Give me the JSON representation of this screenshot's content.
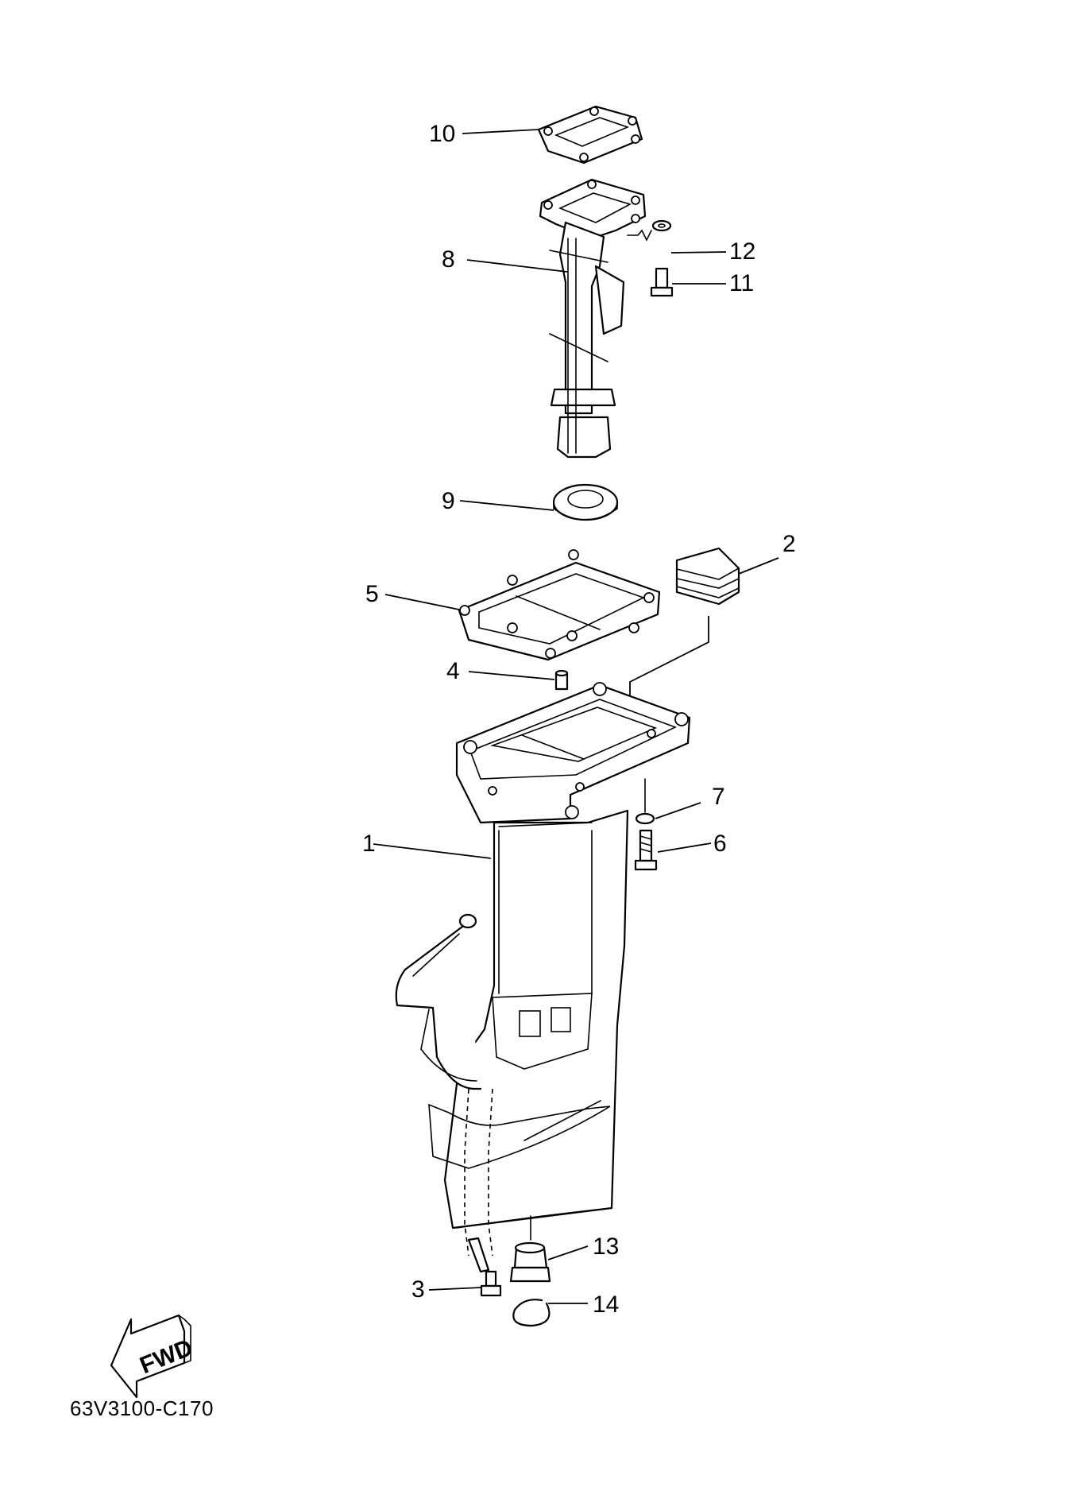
{
  "callouts": {
    "c1": "1",
    "c2": "2",
    "c3": "3",
    "c4": "4",
    "c5": "5",
    "c6": "6",
    "c7": "7",
    "c8": "8",
    "c9": "9",
    "c10": "10",
    "c11": "11",
    "c12": "12",
    "c13": "13",
    "c14": "14"
  },
  "fwd_label": "FWD",
  "diagram_code": "63V3100-C170"
}
